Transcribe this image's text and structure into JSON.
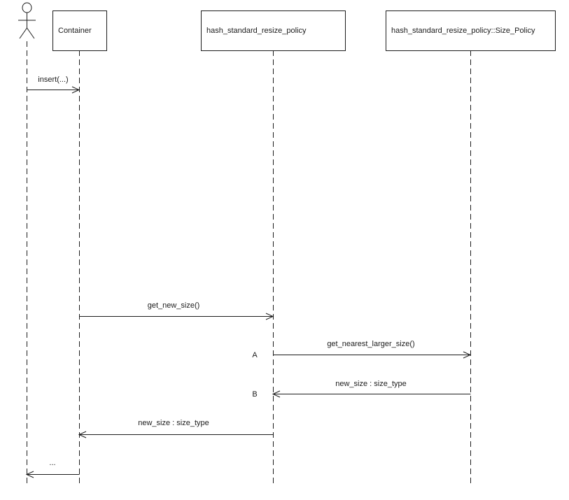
{
  "colors": {
    "line": "#1c1c1c",
    "background": "#ffffff"
  },
  "diagram": {
    "type": "uml-sequence",
    "participants": [
      {
        "label": "Container"
      },
      {
        "label": "hash_standard_resize_policy"
      },
      {
        "label": "hash_standard_resize_policy::Size_Policy"
      }
    ],
    "messages": [
      {
        "label": "insert(...)",
        "from": "actor",
        "to": "Container",
        "direction": "right",
        "marker": ""
      },
      {
        "label": "get_new_size()",
        "from": "Container",
        "to": "hash_standard_resize_policy",
        "direction": "right",
        "marker": ""
      },
      {
        "label": "get_nearest_larger_size()",
        "from": "hash_standard_resize_policy",
        "to": "hash_standard_resize_policy::Size_Policy",
        "direction": "right",
        "marker": "A"
      },
      {
        "label": "new_size : size_type",
        "from": "hash_standard_resize_policy::Size_Policy",
        "to": "hash_standard_resize_policy",
        "direction": "left",
        "marker": "B"
      },
      {
        "label": "new_size : size_type",
        "from": "hash_standard_resize_policy",
        "to": "Container",
        "direction": "left",
        "marker": ""
      },
      {
        "label": "...",
        "from": "Container",
        "to": "actor",
        "direction": "left",
        "marker": ""
      }
    ]
  }
}
